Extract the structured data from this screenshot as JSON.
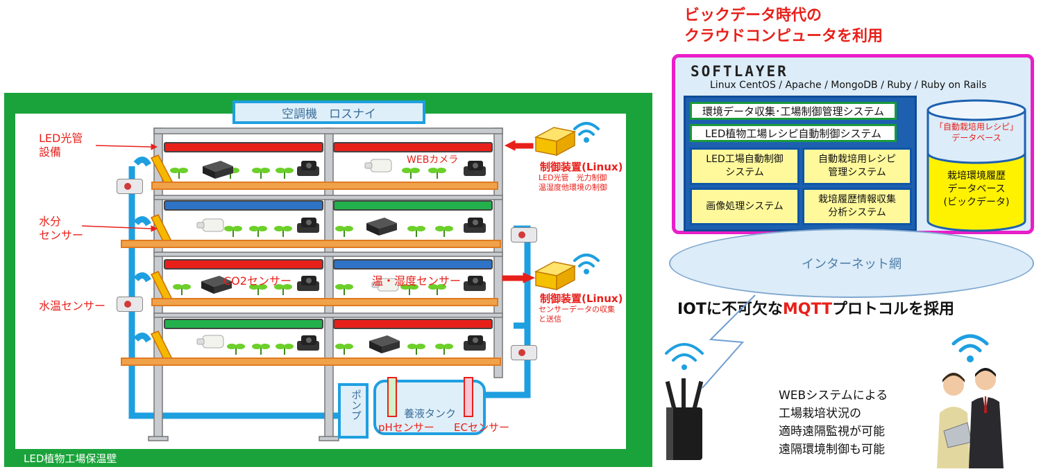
{
  "diagram": {
    "aircon_label": "空調機　ロスナイ",
    "wall_label": "LED植物工場保温壁",
    "labels": {
      "led_tube": "LED光管\n設備",
      "moisture_sensor": "水分\nセンサー",
      "water_temp_sensor": "水温センサー",
      "web_camera": "WEBカメラ",
      "co2_sensor": "CO2センサー",
      "temp_humidity_sensor": "温・湿度センサー",
      "pump": "ポンプ",
      "nutrient_tank": "養液タンク",
      "ph_sensor": "pHセンサー",
      "ec_sensor": "ECセンサー"
    },
    "controller_top": {
      "title": "制御装置(Linux)",
      "desc": "LED光管　光力制御\n温湿度他環境の制御"
    },
    "controller_bottom": {
      "title": "制御装置(Linux)",
      "desc": "センサーデータの収集\nと送信"
    },
    "cloud": {
      "heading": "ビックデータ時代の\nクラウドコンピュータを利用",
      "brand": "SOFTLAYER",
      "stack": "Linux CentOS / Apache / MongoDB / Ruby / Ruby on Rails",
      "systems": [
        "環境データ収集･工場制御管理システム",
        "LED植物工場レシピ自動制御システム"
      ],
      "modules": [
        "LED工場自動制御\nシステム",
        "自動栽培用レシピ\n管理システム",
        "画像処理システム",
        "栽培履歴情報収集\n分析システム"
      ],
      "db_top": "「自動栽培用レシピ」\nデータベース",
      "db_bottom": "栽培環境履歴\nデータベース\n(ビックデータ)"
    },
    "internet": "インターネット網",
    "protocol": {
      "prefix": "IOTに不可欠な",
      "highlight": "MQTT",
      "suffix": "プロトコルを採用"
    },
    "web_system": "WEBシステムによる\n工場栽培状況の\n適時遠隔監視が可能\n遠隔環境制御も可能"
  },
  "colors": {
    "wall": "#1ba33b",
    "pipe": "#1e9fe0",
    "led_red": "#e8201a",
    "led_blue": "#2f73c6",
    "led_green": "#22b14c",
    "magenta": "#e91ec8",
    "accent_red": "#e8201a"
  }
}
